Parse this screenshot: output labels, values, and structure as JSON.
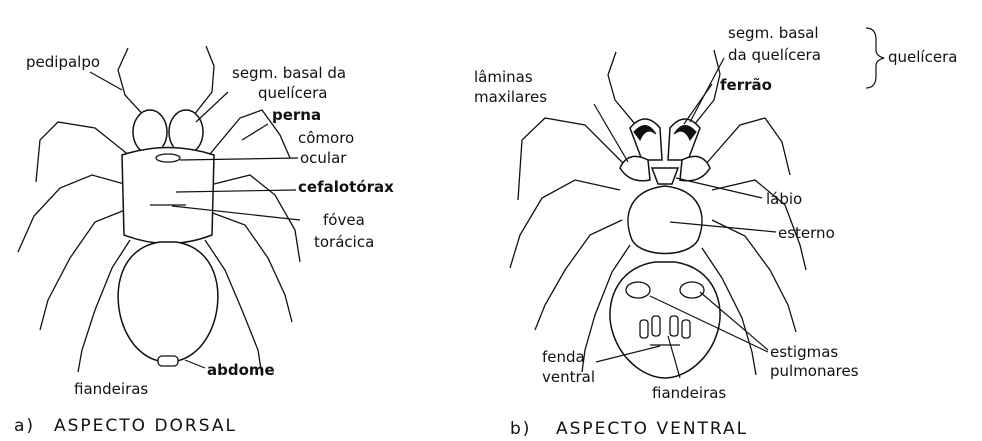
{
  "dorsal": {
    "caption_letter": "a)",
    "caption": "ASPECTO DORSAL",
    "labels": {
      "pedipalpo": "pedipalpo",
      "segm_basal_1": "segm. basal da",
      "segm_basal_2": "quelícera",
      "perna": "perna",
      "comoro_1": "cômoro",
      "comoro_2": "ocular",
      "cefalotorax": "cefalotórax",
      "fovea_1": "fóvea",
      "fovea_2": "torácica",
      "abdome": "abdome",
      "fiandeiras": "fiandeiras"
    }
  },
  "ventral": {
    "caption_letter": "b)",
    "caption": "ASPECTO VENTRAL",
    "labels": {
      "segm_basal_1": "segm. basal",
      "segm_basal_2": "da quelícera",
      "quelicera": "quelícera",
      "laminas_1": "lâminas",
      "laminas_2": "maxilares",
      "ferrao": "ferrão",
      "labio": "lábio",
      "esterno": "esterno",
      "estigmas_1": "estigmas",
      "estigmas_2": "pulmonares",
      "fenda_1": "fenda",
      "fenda_2": "ventral",
      "fiandeiras": "fiandeiras"
    }
  }
}
